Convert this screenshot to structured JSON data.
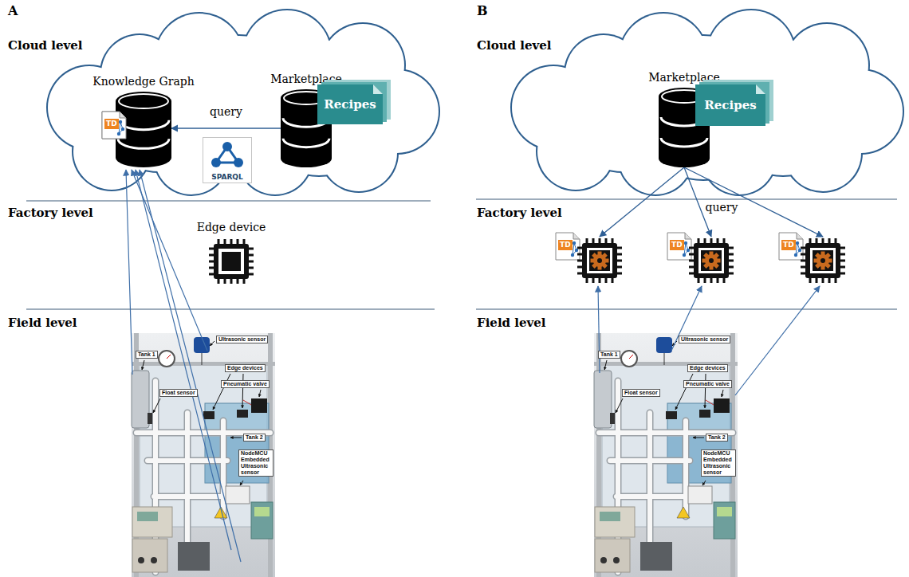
{
  "diagram": {
    "nodes": [
      {
        "text": [
          "Cloud level"
        ]
      },
      {
        "text": [
          "Knowledge Graph",
          "TD"
        ],
        "in": 0
      },
      {
        "text": [
          "Marketplace"
        ],
        "in": 0
      },
      {
        "text": [
          "Recipes"
        ],
        "in": 2
      },
      {
        "text": [
          "SPARQL"
        ],
        "in": 0
      },
      {
        "text": [
          "Factory level"
        ]
      },
      {
        "text": [
          "Edge device"
        ],
        "in": 5
      },
      {
        "text": [
          "Field level"
        ]
      },
      {
        "text": [
          "Ultrasonic sensor"
        ],
        "in": 7
      },
      {
        "text": [
          "Tank 1"
        ],
        "in": 7
      },
      {
        "text": [
          "Edge devices"
        ],
        "in": 7
      },
      {
        "text": [
          "Pneumatic valve"
        ],
        "in": 7
      },
      {
        "text": [
          "Float sensor"
        ],
        "in": 7
      },
      {
        "text": [
          "Tank 2"
        ],
        "in": 7
      },
      {
        "text": [
          "NodeMCU Embedded Ultrasonic sensor"
        ],
        "in": 7
      },
      {
        "text": [
          "Cloud level"
        ]
      },
      {
        "text": [
          "Marketplace"
        ],
        "in": 15
      },
      {
        "text": [
          "Recipes"
        ],
        "in": 16
      },
      {
        "text": [
          "Factory level"
        ]
      },
      {
        "text": [
          "TD"
        ],
        "in": 18
      },
      {
        "text": [
          "TD"
        ],
        "in": 18
      },
      {
        "text": [
          "TD"
        ],
        "in": 18
      },
      {
        "text": [
          "Field level"
        ]
      },
      {
        "text": [
          "Ultrasonic sensor"
        ],
        "in": 22
      },
      {
        "text": [
          "Tank 1"
        ],
        "in": 22
      },
      {
        "text": [
          "Edge devices"
        ],
        "in": 22
      },
      {
        "text": [
          "Pneumatic valve"
        ],
        "in": 22
      },
      {
        "text": [
          "Float sensor"
        ],
        "in": 22
      },
      {
        "text": [
          "Tank 2"
        ],
        "in": 22
      },
      {
        "text": [
          "NodeMCU Embedded Ultrasonic sensor"
        ],
        "in": 22
      }
    ],
    "edges": [
      {
        "from": 2,
        "to": 1,
        "arrow": "to",
        "label": "query"
      },
      {
        "from": 16,
        "to": 19,
        "arrow": "to"
      },
      {
        "from": 16,
        "to": 20,
        "arrow": "to",
        "label": "query"
      },
      {
        "from": 16,
        "to": 21,
        "arrow": "to"
      }
    ],
    "labels": [
      "A",
      "B"
    ]
  }
}
